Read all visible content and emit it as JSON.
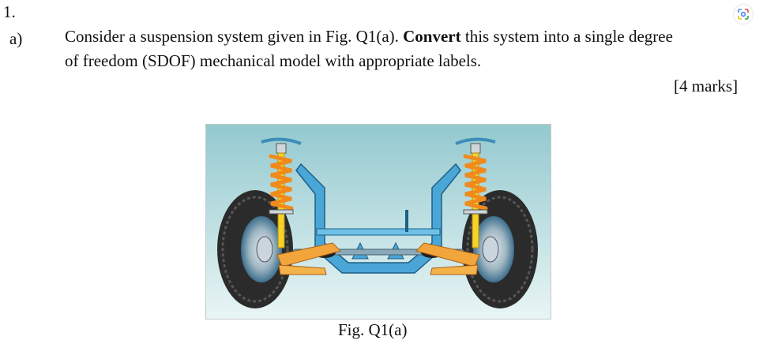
{
  "question": {
    "number": "1.",
    "part": "a)",
    "text_line1_before": "Consider a suspension system given in Fig. Q1(a). ",
    "text_line1_bold": "Convert",
    "text_line1_after": " this system into a single degree",
    "text_line2": "of freedom (SDOF) mechanical model with appropriate labels.",
    "marks": "[4 marks]"
  },
  "figure": {
    "caption": "Fig. Q1(a)",
    "subject": "car front suspension with coil springs, wheels and axle"
  },
  "icons": {
    "lens": "google-lens-icon"
  },
  "colors": {
    "bg_top": "#9fcfd3",
    "bg_bottom": "#e8f4f4",
    "spring": "#f08a1c",
    "strut": "#f6d12a",
    "frame": "#4aa6d6",
    "tire": "#2e2e2e"
  }
}
